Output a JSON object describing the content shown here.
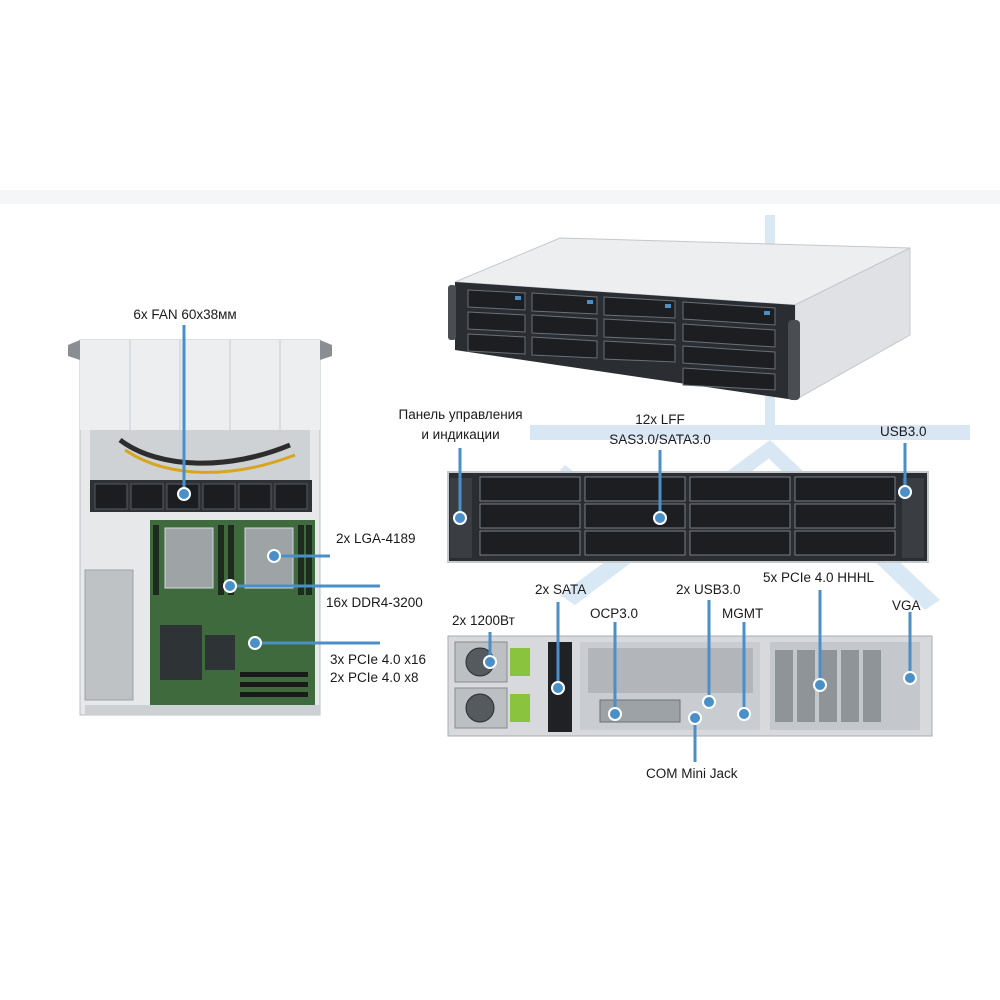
{
  "colors": {
    "accent": "#4a8fc7",
    "watermark": "#d5e5f4",
    "chassis_dark": "#2a2d31",
    "chassis_light": "#d7d9dc",
    "pcb_green": "#3f6a3e"
  },
  "callouts": {
    "fan": "6x FAN 60x38мм",
    "cpu": "2x LGA-4189",
    "ram": "16x DDR4-3200",
    "pcie_main": "3x PCIe 4.0 x16",
    "pcie_sub": "2x PCIe 4.0 x8",
    "panel_line1": "Панель управления",
    "panel_line2": "и индикации",
    "lff_line1": "12x LFF",
    "lff_line2": "SAS3.0/SATA3.0",
    "usb_front": "USB3.0",
    "psu": "2x 1200Вт",
    "sata": "2x SATA",
    "usb_rear": "2x USB3.0",
    "pcie_hhhl": "5x PCIe 4.0 HHHL",
    "ocp": "OCP3.0",
    "mgmt": "MGMT",
    "vga": "VGA",
    "com": "COM Mini Jack"
  },
  "icons": [
    "server-top-view",
    "server-iso-view",
    "server-front-view",
    "server-rear-view",
    "callout-dot"
  ]
}
